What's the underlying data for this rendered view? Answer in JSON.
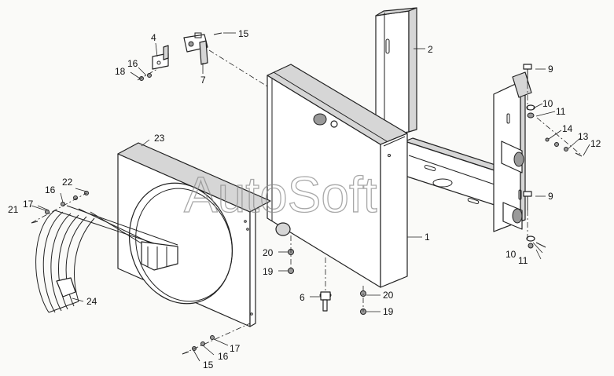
{
  "watermark": "AutoSoft",
  "callouts": [
    {
      "id": "c1",
      "text": "1"
    },
    {
      "id": "c2",
      "text": "2"
    },
    {
      "id": "c4",
      "text": "4"
    },
    {
      "id": "c6",
      "text": "6"
    },
    {
      "id": "c7",
      "text": "7"
    },
    {
      "id": "c9a",
      "text": "9"
    },
    {
      "id": "c9b",
      "text": "9"
    },
    {
      "id": "c10a",
      "text": "10"
    },
    {
      "id": "c10b",
      "text": "10"
    },
    {
      "id": "c11a",
      "text": "11"
    },
    {
      "id": "c11b",
      "text": "11"
    },
    {
      "id": "c12",
      "text": "12"
    },
    {
      "id": "c13",
      "text": "13"
    },
    {
      "id": "c14",
      "text": "14"
    },
    {
      "id": "c15a",
      "text": "15"
    },
    {
      "id": "c15b",
      "text": "15"
    },
    {
      "id": "c16a",
      "text": "16"
    },
    {
      "id": "c16b",
      "text": "16"
    },
    {
      "id": "c16c",
      "text": "16"
    },
    {
      "id": "c17a",
      "text": "17"
    },
    {
      "id": "c17b",
      "text": "17"
    },
    {
      "id": "c18",
      "text": "18"
    },
    {
      "id": "c19a",
      "text": "19"
    },
    {
      "id": "c19b",
      "text": "19"
    },
    {
      "id": "c20a",
      "text": "20"
    },
    {
      "id": "c20b",
      "text": "20"
    },
    {
      "id": "c21",
      "text": "21"
    },
    {
      "id": "c22",
      "text": "22"
    },
    {
      "id": "c23",
      "text": "23"
    },
    {
      "id": "c24",
      "text": "24"
    }
  ]
}
